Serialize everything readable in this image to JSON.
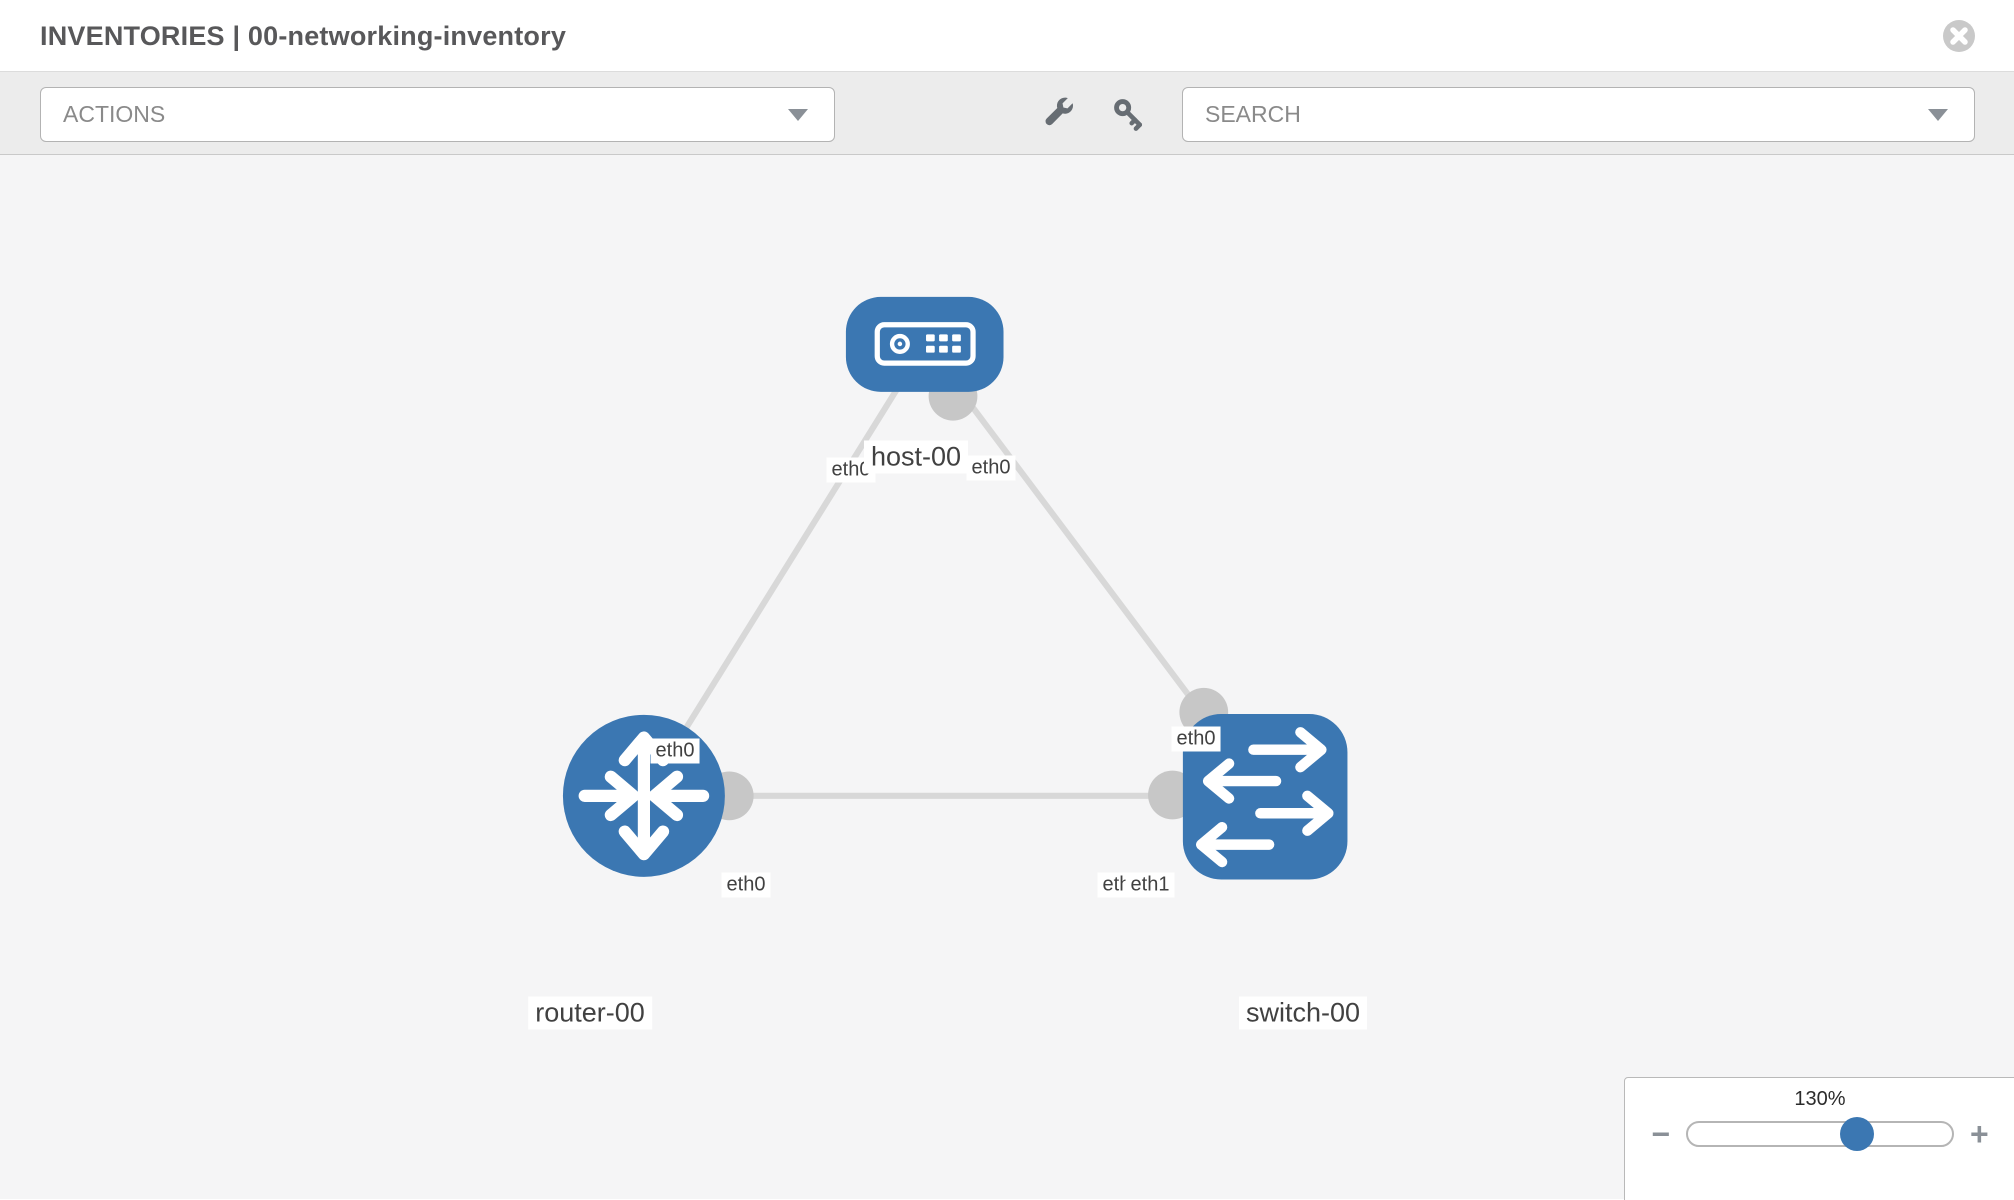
{
  "header": {
    "title": "INVENTORIES | 00-networking-inventory"
  },
  "toolbar": {
    "actions_label": "ACTIONS",
    "search_placeholder": "SEARCH"
  },
  "icons": {
    "header_close": "close-icon",
    "toolbar_tools": [
      "wrench-icon",
      "key-icon"
    ],
    "dropdown_caret": "chevron-down-icon"
  },
  "topology": {
    "nodes": [
      {
        "label": "host-00",
        "type": "host"
      },
      {
        "label": "router-00",
        "type": "router"
      },
      {
        "label": "switch-00",
        "type": "switch"
      }
    ],
    "links": [
      {
        "from": "host-00",
        "to": "router-00"
      },
      {
        "from": "host-00",
        "to": "switch-00"
      },
      {
        "from": "router-00",
        "to": "switch-00"
      }
    ],
    "interfaces": {
      "host_router_at_host": "eth0",
      "host_switch_at_host": "eth0",
      "host_router_at_router": "eth0",
      "host_switch_at_switch": "eth0",
      "router_switch_at_router": "eth0",
      "router_switch_at_switch_back": "eth0",
      "router_switch_at_switch_front": "eth1"
    }
  },
  "zoom": {
    "level": "130%",
    "zoom_out": "−",
    "zoom_in": "+"
  },
  "colors": {
    "node_blue": "#3b77b2",
    "link_gray": "#d8d8d8",
    "port_gray": "#c7c7c7",
    "canvas_bg": "#f5f5f6"
  }
}
